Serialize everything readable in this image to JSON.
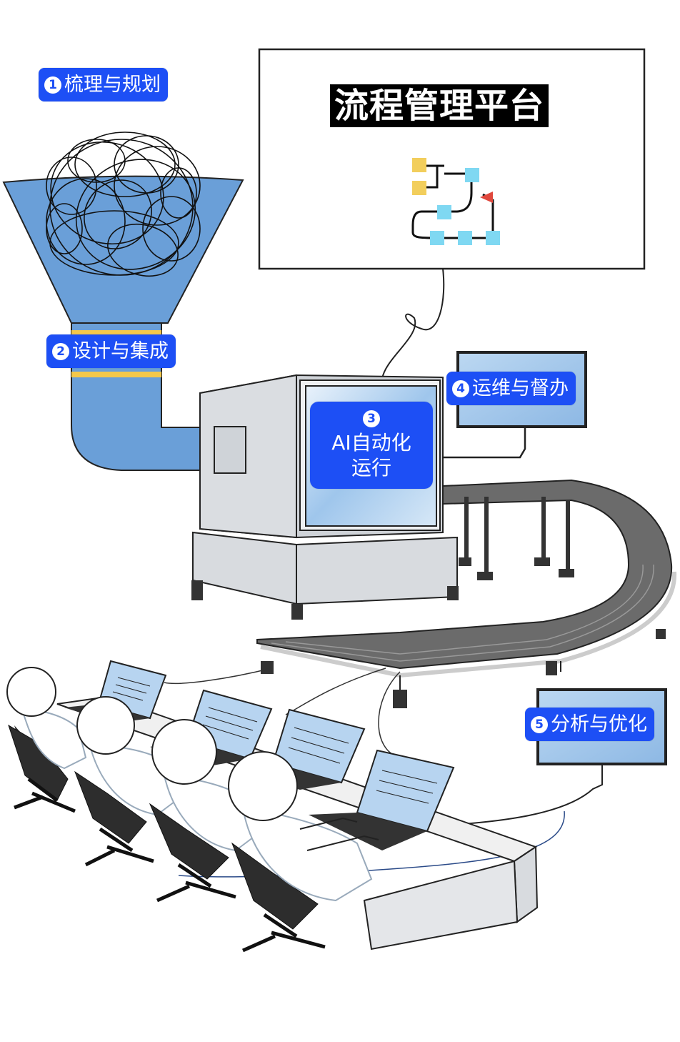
{
  "platform": {
    "title": "流程管理平台"
  },
  "steps": [
    {
      "num": "1",
      "label": "梳理与规划"
    },
    {
      "num": "2",
      "label": "设计与集成"
    },
    {
      "num": "3",
      "label_line1": "AI自动化",
      "label_line2": "运行"
    },
    {
      "num": "4",
      "label": "运维与督办"
    },
    {
      "num": "5",
      "label": "分析与优化"
    }
  ],
  "colors": {
    "tag_blue": "#1d4ff5",
    "funnel_blue": "#6a9fd8",
    "pipe_band": "#f5c84a",
    "flow_yellow": "#f2ce5c",
    "flow_cyan": "#7fd8f2",
    "flag_red": "#e0483d",
    "belt_gray": "#6b6b6b",
    "machine_gray": "#cfd3d8"
  },
  "icons": [
    "scribble-tangle",
    "flowchart-icon",
    "red-flag-icon",
    "conveyor-belt",
    "monitor",
    "office-chair",
    "laptop",
    "stick-figure"
  ]
}
